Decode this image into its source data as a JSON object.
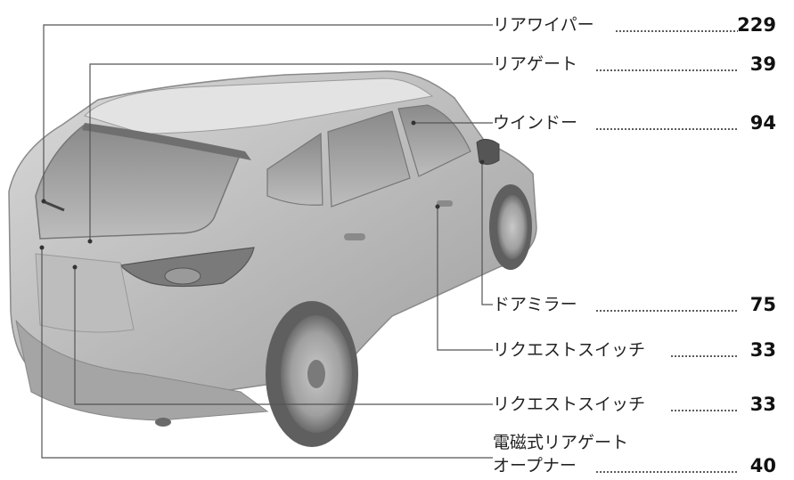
{
  "callouts": [
    {
      "label": "リアワイパー",
      "page": "229"
    },
    {
      "label": "リアゲート",
      "page": "39"
    },
    {
      "label": "ウインドー",
      "page": "94"
    },
    {
      "label": "ドアミラー",
      "page": "75"
    },
    {
      "label": "リクエストスイッチ",
      "page": "33"
    },
    {
      "label": "リクエストスイッチ",
      "page": "33"
    },
    {
      "label_line1": "電磁式リアゲート",
      "label_line2": "オープナー",
      "page": "40"
    }
  ]
}
